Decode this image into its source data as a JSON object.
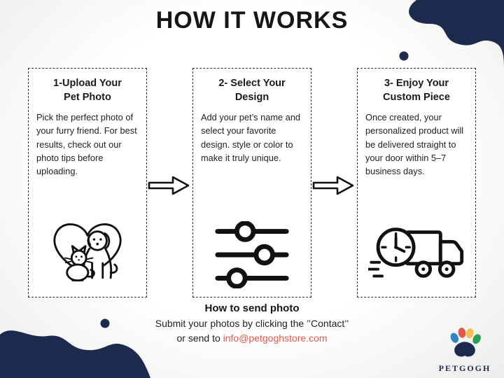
{
  "page": {
    "title": "HOW IT WORKS"
  },
  "colors": {
    "background": "#f3f3f1",
    "blob_navy": "#1c2b4d",
    "email_red": "#df5a4e",
    "paw_blue": "#2e86c1",
    "paw_red": "#e05a4e",
    "paw_yellow": "#f2c14e",
    "paw_green": "#2e9e5b"
  },
  "cards": [
    {
      "title_line1": "1-Upload Your",
      "title_line2": "Pet Photo",
      "body": "Pick the perfect photo of your furry friend. For best results, check out our photo tips before uploading.",
      "icon": "dog-cat-heart-icon"
    },
    {
      "title_line1": "2- Select Your",
      "title_line2": "Design",
      "body": "Add your pet’s name and select your favorite design. style or color to make it truly unique.",
      "icon": "sliders-icon"
    },
    {
      "title_line1": "3- Enjoy Your",
      "title_line2": "Custom Piece",
      "body": "Once created, your personalized product will be delivered straight to your door within 5–7 business days.",
      "icon": "truck-clock-icon"
    }
  ],
  "arrow_icon": "sketch-right-arrow",
  "footer": {
    "heading": "How to send photo",
    "line1": "Submit your photos by clicking the ’’Contact’’",
    "line2_prefix": "or send to ",
    "email": "info@petgoghstore.com"
  },
  "logo": {
    "text": "PETGOGH",
    "icon": "paw-icon"
  }
}
